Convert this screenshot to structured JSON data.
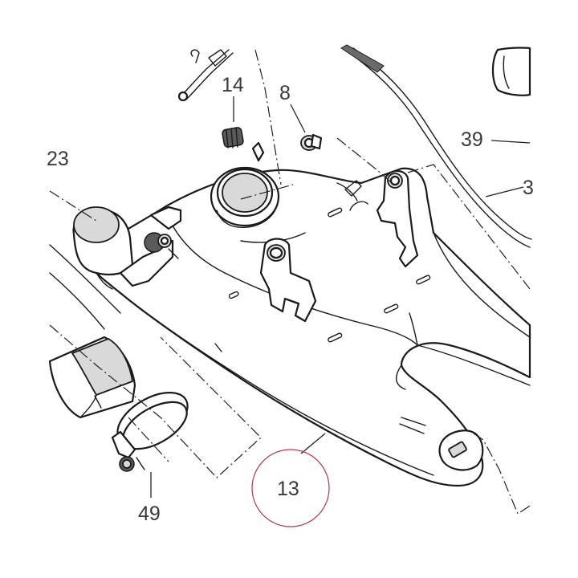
{
  "diagram": {
    "callouts": {
      "c13": "13",
      "c14": "14",
      "c8": "8",
      "c23": "23",
      "c39": "39",
      "c3": "3",
      "c49": "49"
    },
    "highlighted_callout": "13",
    "colors": {
      "line": "#1a1a1a",
      "highlight_circle": "#b03a4a",
      "callout_text": "#3a3a3a",
      "background": "#ffffff"
    }
  }
}
